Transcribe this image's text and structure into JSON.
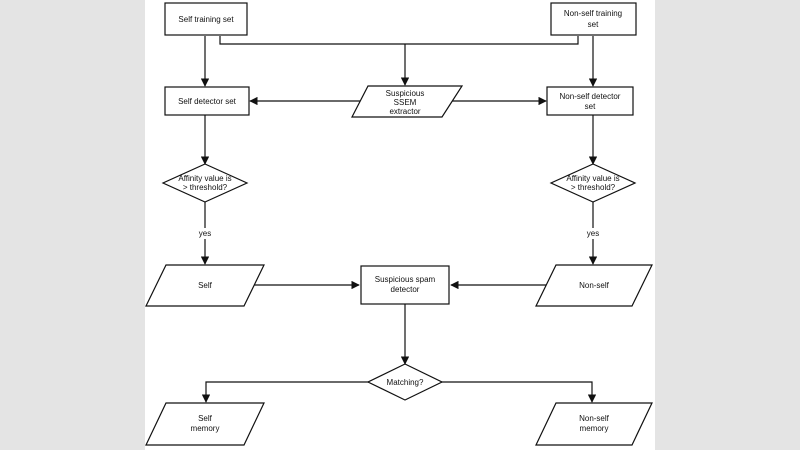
{
  "diagram": {
    "nodes": {
      "self_training": {
        "lines": [
          "Self training set"
        ]
      },
      "nonself_training": {
        "lines": [
          "Non-self training",
          "set"
        ]
      },
      "extractor": {
        "lines": [
          "Suspicious",
          "SSEM",
          "extractor"
        ]
      },
      "self_detector": {
        "lines": [
          "Self detector set"
        ]
      },
      "nonself_detector": {
        "lines": [
          "Non-self detector",
          "set"
        ]
      },
      "affinity_left": {
        "lines": [
          "Affinity value is",
          "> threshold?"
        ]
      },
      "affinity_right": {
        "lines": [
          "Affinity value is",
          "> threshold?"
        ]
      },
      "self_out": {
        "lines": [
          "Self"
        ]
      },
      "nonself_out": {
        "lines": [
          "Non-self"
        ]
      },
      "spam_detector": {
        "lines": [
          "Suspicious spam",
          "detector"
        ]
      },
      "matching": {
        "lines": [
          "Matching?"
        ]
      },
      "self_memory": {
        "lines": [
          "Self",
          "memory"
        ]
      },
      "nonself_memory": {
        "lines": [
          "Non-self",
          "memory"
        ]
      }
    },
    "edge_labels": {
      "yes_left": "yes",
      "yes_right": "yes"
    }
  }
}
